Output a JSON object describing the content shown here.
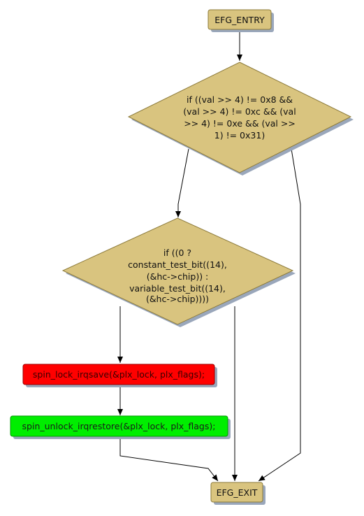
{
  "nodes": {
    "entry": {
      "label": "EFG_ENTRY"
    },
    "cond1": {
      "lines": [
        "if ((val >> 4) != 0x8 &&",
        "(val >> 4) != 0xc && (val",
        ">> 4) != 0xe && (val >>",
        "1) != 0x31)"
      ]
    },
    "cond2": {
      "lines": [
        "if ((0 ?",
        "constant_test_bit((14),",
        "(&hc->chip)) :",
        "variable_test_bit((14),",
        "(&hc->chip))))"
      ]
    },
    "lock": {
      "label": "spin_lock_irqsave(&plx_lock, plx_flags);"
    },
    "unlock": {
      "label": "spin_unlock_irqrestore(&plx_lock, plx_flags);"
    },
    "exit": {
      "label": "EFG_EXIT"
    }
  },
  "colors": {
    "node_fill": "#d9c47f",
    "node_stroke": "#8c7a3a",
    "shadow": "#9aa7bb",
    "lock_fill": "#ff0000",
    "unlock_fill": "#00ee00",
    "edge": "#000000"
  }
}
